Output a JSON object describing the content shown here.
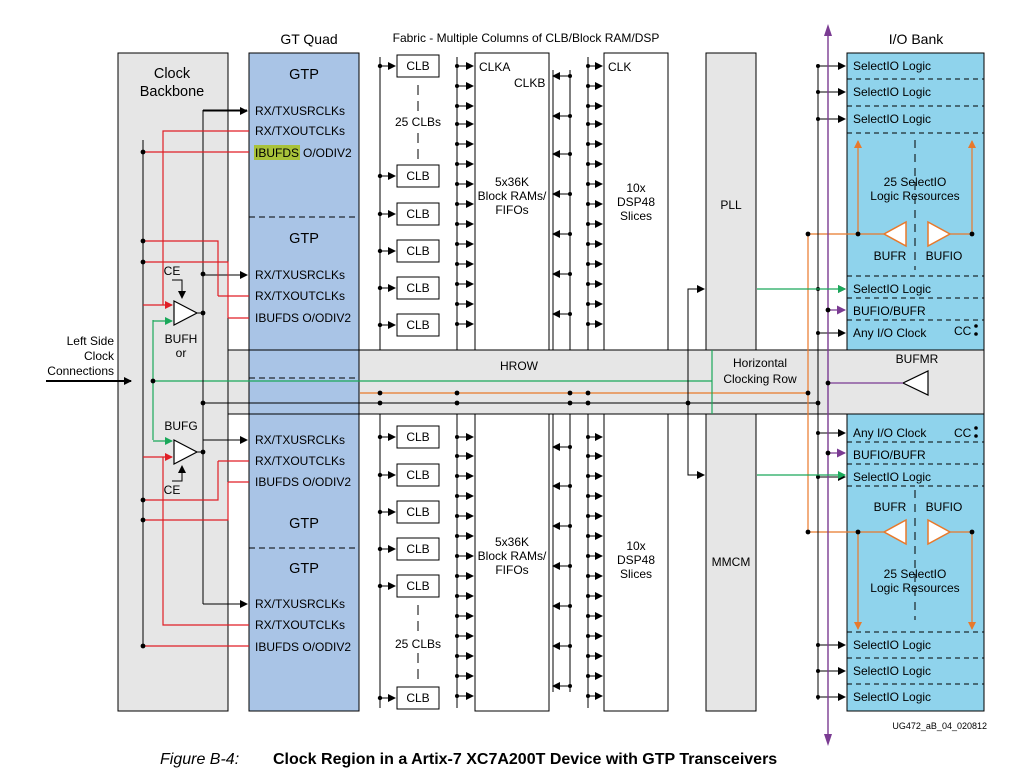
{
  "headers": {
    "gt_quad": "GT Quad",
    "fabric": "Fabric - Multiple Columns of CLB/Block RAM/DSP",
    "io_bank": "I/O Bank"
  },
  "clock_backbone": {
    "line1": "Clock",
    "line2": "Backbone"
  },
  "gtp": "GTP",
  "gt_signals": {
    "rx_usr": "RX/TXUSRCLKs",
    "rx_out": "RX/TXOUTCLKs",
    "ibufds": "IBUFDS O/ODIV2",
    "ibufds_hl": "IBUFDS",
    "odiv2": "O/ODIV2"
  },
  "clb": "CLB",
  "clb_count": "25 CLBs",
  "clka": "CLKA",
  "clkb": "CLKB",
  "clk": "CLK",
  "bram": {
    "l1": "5x36K",
    "l2": "Block RAMs/",
    "l3": "FIFOs"
  },
  "dsp": {
    "l1": "10x",
    "l2": "DSP48",
    "l3": "Slices"
  },
  "pll": "PLL",
  "mmcm": "MMCM",
  "io": {
    "selectio_logic": "SelectIO Logic",
    "res_l1": "25 SelectIO",
    "res_l2": "Logic Resources",
    "bufr": "BUFR",
    "bufio": "BUFIO",
    "bufio_bufr": "BUFIO/BUFR",
    "any_io_clock": "Any I/O Clock",
    "cc": "CC",
    "bufmr": "BUFMR"
  },
  "hrow": "HROW",
  "horizontal": {
    "l1": "Horizontal",
    "l2": "Clocking Row"
  },
  "left_side": {
    "l1": "Left Side",
    "l2": "Clock",
    "l3": "Connections"
  },
  "ce": "CE",
  "bufh": "BUFH",
  "or_text": "or",
  "bufg": "BUFG",
  "doc_id": "UG472_aB_04_020812",
  "caption": {
    "prefix": "Figure B-4:",
    "title": "Clock Region in a Artix-7 XC7A200T Device with GTP Transceivers"
  },
  "colors": {
    "gt_fill": "#a9c4e6",
    "io_fill": "#8fd3ec",
    "grey_fill": "#e6e6e6",
    "red": "#e01f26",
    "green": "#1aa85a",
    "orange": "#e8792b",
    "purple": "#7a3b92",
    "highlight": "#a9c23a"
  }
}
